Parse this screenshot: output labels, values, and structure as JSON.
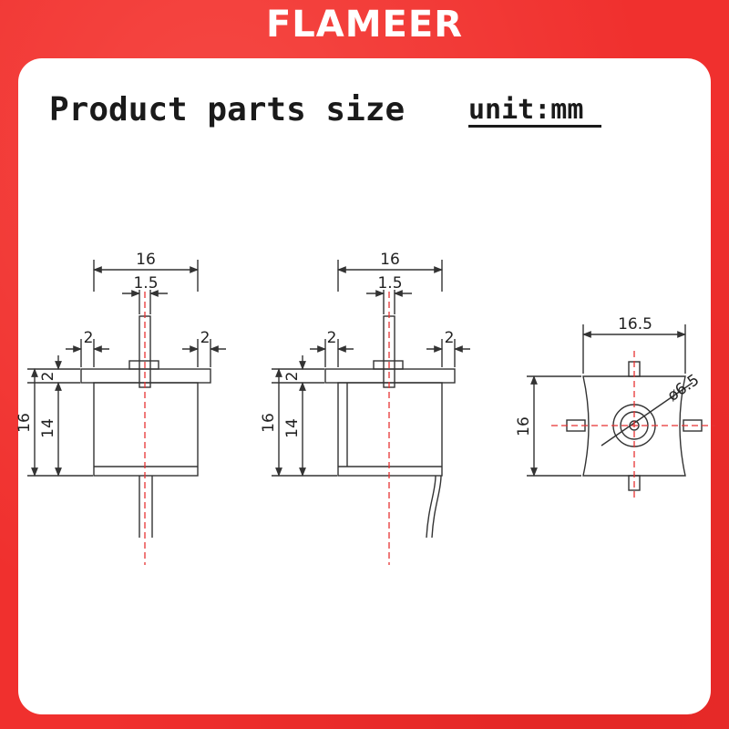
{
  "brand": "FLAMEER",
  "title": "Product parts size",
  "unit": "unit:mm",
  "colors": {
    "border": "#f0302e",
    "centerline": "#e63232",
    "line": "#333333"
  },
  "views": {
    "left": {
      "width": "16",
      "shaft": "1.5",
      "flange_left": "2",
      "flange_right": "2",
      "flange_h": "2",
      "height_total": "16",
      "height_body": "14"
    },
    "middle": {
      "width": "16",
      "shaft": "1.5",
      "flange_left": "2",
      "flange_right": "2",
      "flange_h": "2",
      "height_total": "16",
      "height_body": "14"
    },
    "right": {
      "width": "16.5",
      "diameter": "ø6.5",
      "height": "16"
    }
  }
}
